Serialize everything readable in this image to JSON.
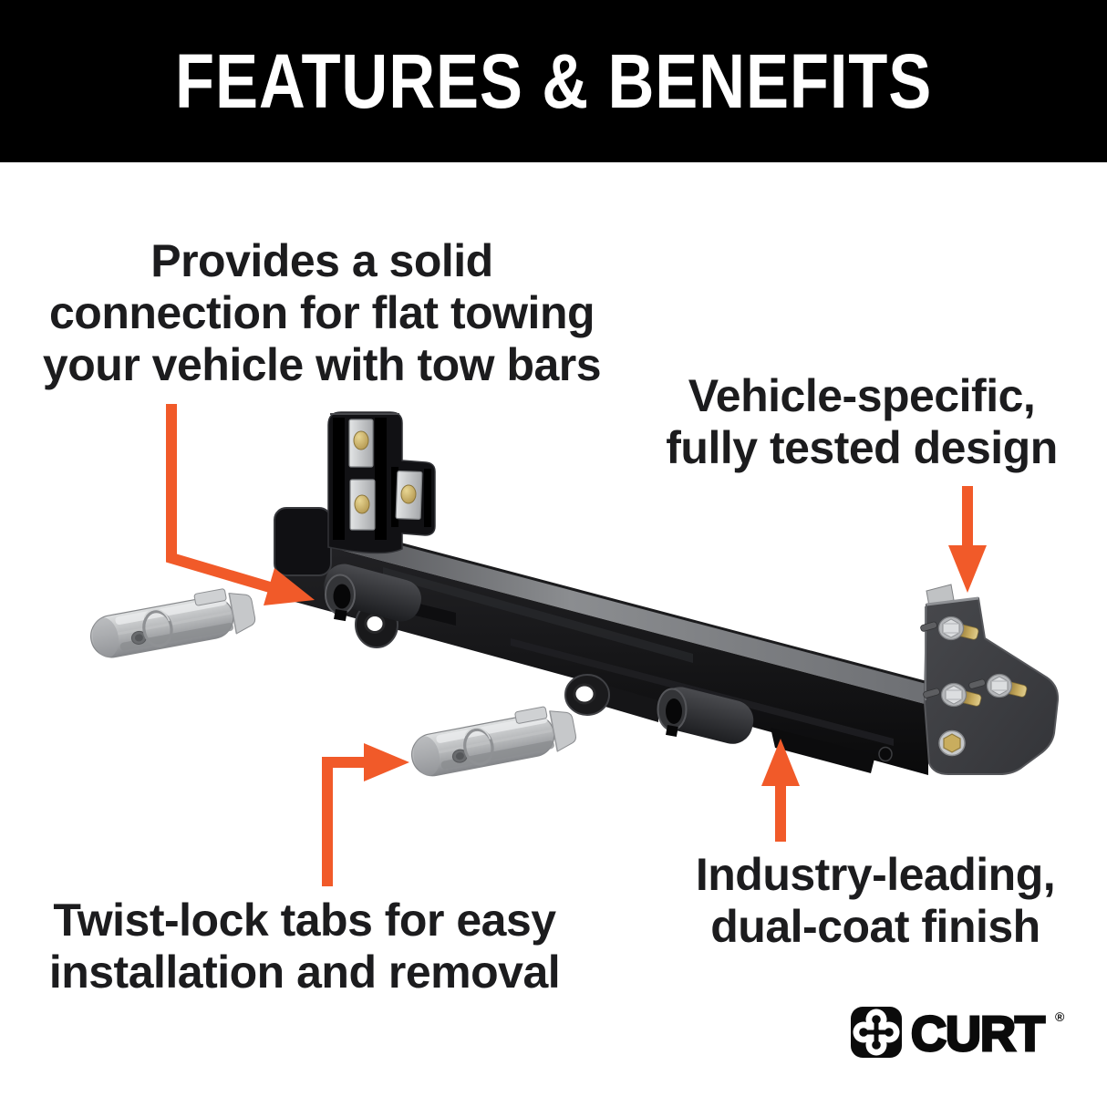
{
  "header": {
    "title": "FEATURES & BENEFITS"
  },
  "callouts": {
    "flat_towing": {
      "lines": [
        "Provides a solid",
        "connection for flat towing",
        "your vehicle with tow bars"
      ]
    },
    "vehicle_specific": {
      "lines": [
        "Vehicle-specific,",
        "fully tested design"
      ]
    },
    "twist_lock": {
      "lines": [
        "Twist-lock tabs for easy",
        "installation and removal"
      ]
    },
    "dual_coat": {
      "lines": [
        "Industry-leading,",
        "dual-coat finish"
      ]
    }
  },
  "brand": {
    "wordmark": "CURT",
    "registered_mark": "®"
  },
  "colors": {
    "banner_bg": "#000000",
    "banner_text": "#ffffff",
    "body_text": "#1c1c1e",
    "arrow_orange": "#f15a29",
    "background": "#ffffff"
  }
}
